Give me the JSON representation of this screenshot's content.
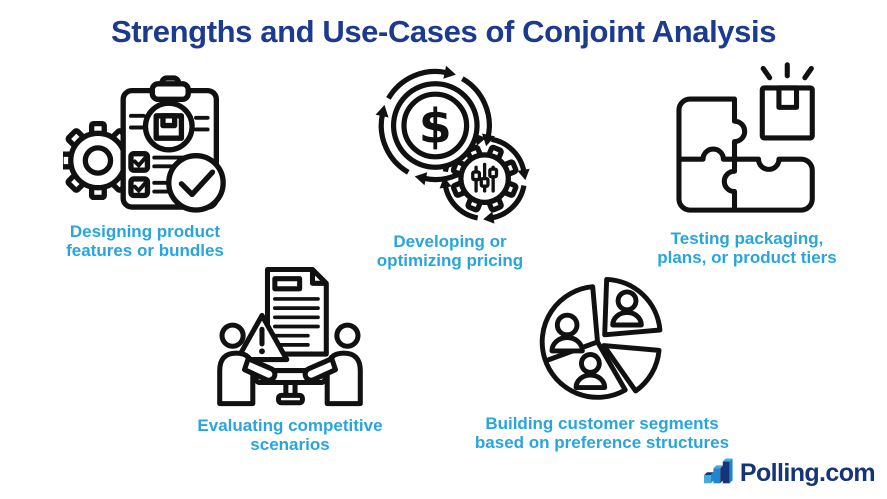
{
  "title": "Strengths and Use-Cases of Conjoint Analysis",
  "items": [
    {
      "id": "designing-product",
      "caption_line1": "Designing product",
      "caption_line2": "features or bundles"
    },
    {
      "id": "optimizing-pricing",
      "caption_line1": "Developing or",
      "caption_line2": "optimizing pricing"
    },
    {
      "id": "testing-packaging",
      "caption_line1": "Testing packaging,",
      "caption_line2": "plans, or product tiers"
    },
    {
      "id": "competitive-scenarios",
      "caption_line1": "Evaluating competitive",
      "caption_line2": "scenarios"
    },
    {
      "id": "customer-segments",
      "caption_line1": "Building customer segments",
      "caption_line2": "based on preference structures"
    }
  ],
  "pricing_icon": {
    "dollar_sign": "$"
  },
  "logo": {
    "text": "Polling.com"
  },
  "colors": {
    "title_navy": "#1c3b8e",
    "caption_cyan": "#29a5de",
    "icon_line": "#111111",
    "logo_navy": "#153577",
    "logo_blue_light": "#41aae3",
    "logo_blue_mid": "#1e87cf"
  }
}
